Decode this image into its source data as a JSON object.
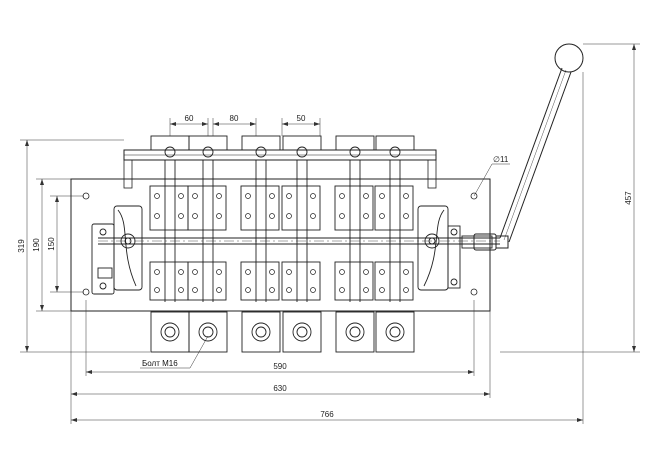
{
  "dimensions": {
    "d60": "60",
    "d80": "80",
    "d50": "50",
    "d11": "∅11",
    "d319": "319",
    "d190": "190",
    "d150": "150",
    "d457": "457",
    "d590": "590",
    "d630": "630",
    "d766": "766"
  },
  "callout": {
    "bolt": "Болт М16"
  }
}
